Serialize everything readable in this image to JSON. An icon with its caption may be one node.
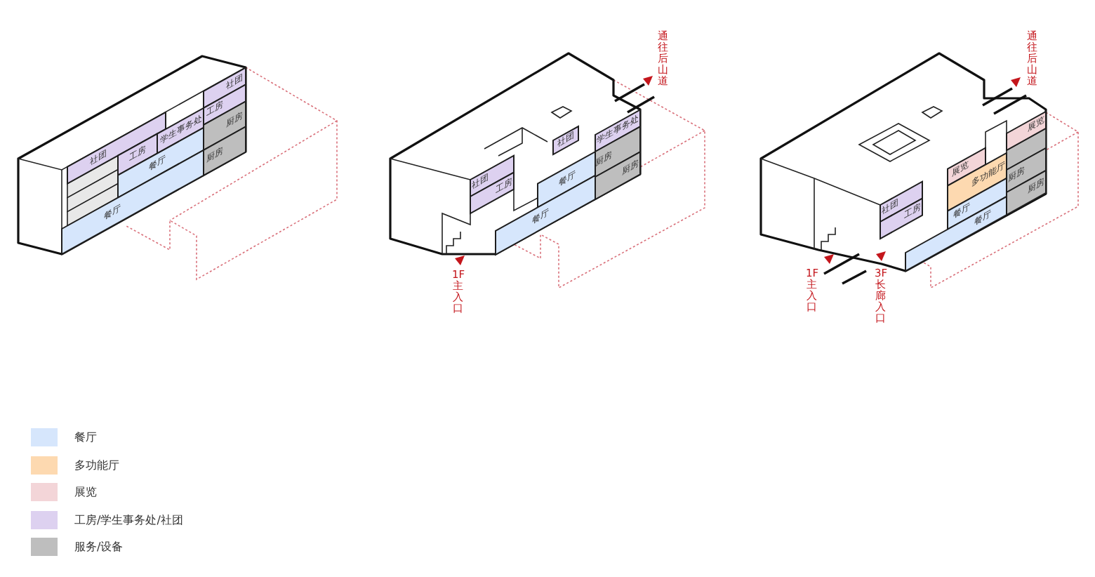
{
  "diagram": {
    "nodes": [
      {
        "text": [
          "社团"
        ]
      },
      {
        "text": [
          "社团"
        ]
      },
      {
        "text": [
          "工房"
        ]
      },
      {
        "text": [
          "工房"
        ]
      },
      {
        "text": [
          "学生事务处"
        ]
      },
      {
        "text": [
          "厨房"
        ]
      },
      {
        "text": [
          "餐厅"
        ]
      },
      {
        "text": [
          "厨房"
        ]
      },
      {
        "text": [
          "餐厅"
        ]
      },
      {
        "text": [
          "学生事务处"
        ]
      },
      {
        "text": [
          "社团"
        ]
      },
      {
        "text": [
          "厨房"
        ]
      },
      {
        "text": [
          "社团"
        ]
      },
      {
        "text": [
          "厨房"
        ]
      },
      {
        "text": [
          "工房"
        ]
      },
      {
        "text": [
          "餐厅"
        ]
      },
      {
        "text": [
          "餐厅"
        ]
      },
      {
        "text": [
          "展览"
        ]
      },
      {
        "text": [
          "展览"
        ]
      },
      {
        "text": [
          "多功能厅"
        ]
      },
      {
        "text": [
          "厨房"
        ]
      },
      {
        "text": [
          "厨房"
        ]
      },
      {
        "text": [
          "社团"
        ]
      },
      {
        "text": [
          "工房"
        ]
      },
      {
        "text": [
          "餐厅"
        ]
      },
      {
        "text": [
          "餐厅"
        ]
      }
    ],
    "labels": [
      "通往后山道",
      "1F主入口",
      "通往后山道",
      "1F主入口",
      "3F长廊入口"
    ],
    "legend": [
      {
        "text": "餐厅",
        "color": "#d6e6fc"
      },
      {
        "text": "多功能厅",
        "color": "#fdd9b0"
      },
      {
        "text": "展览",
        "color": "#f3d5d8"
      },
      {
        "text": "工房/学生事务处/社团",
        "color": "#ddd1f0"
      },
      {
        "text": "服务/设备",
        "color": "#bebebe"
      }
    ]
  }
}
